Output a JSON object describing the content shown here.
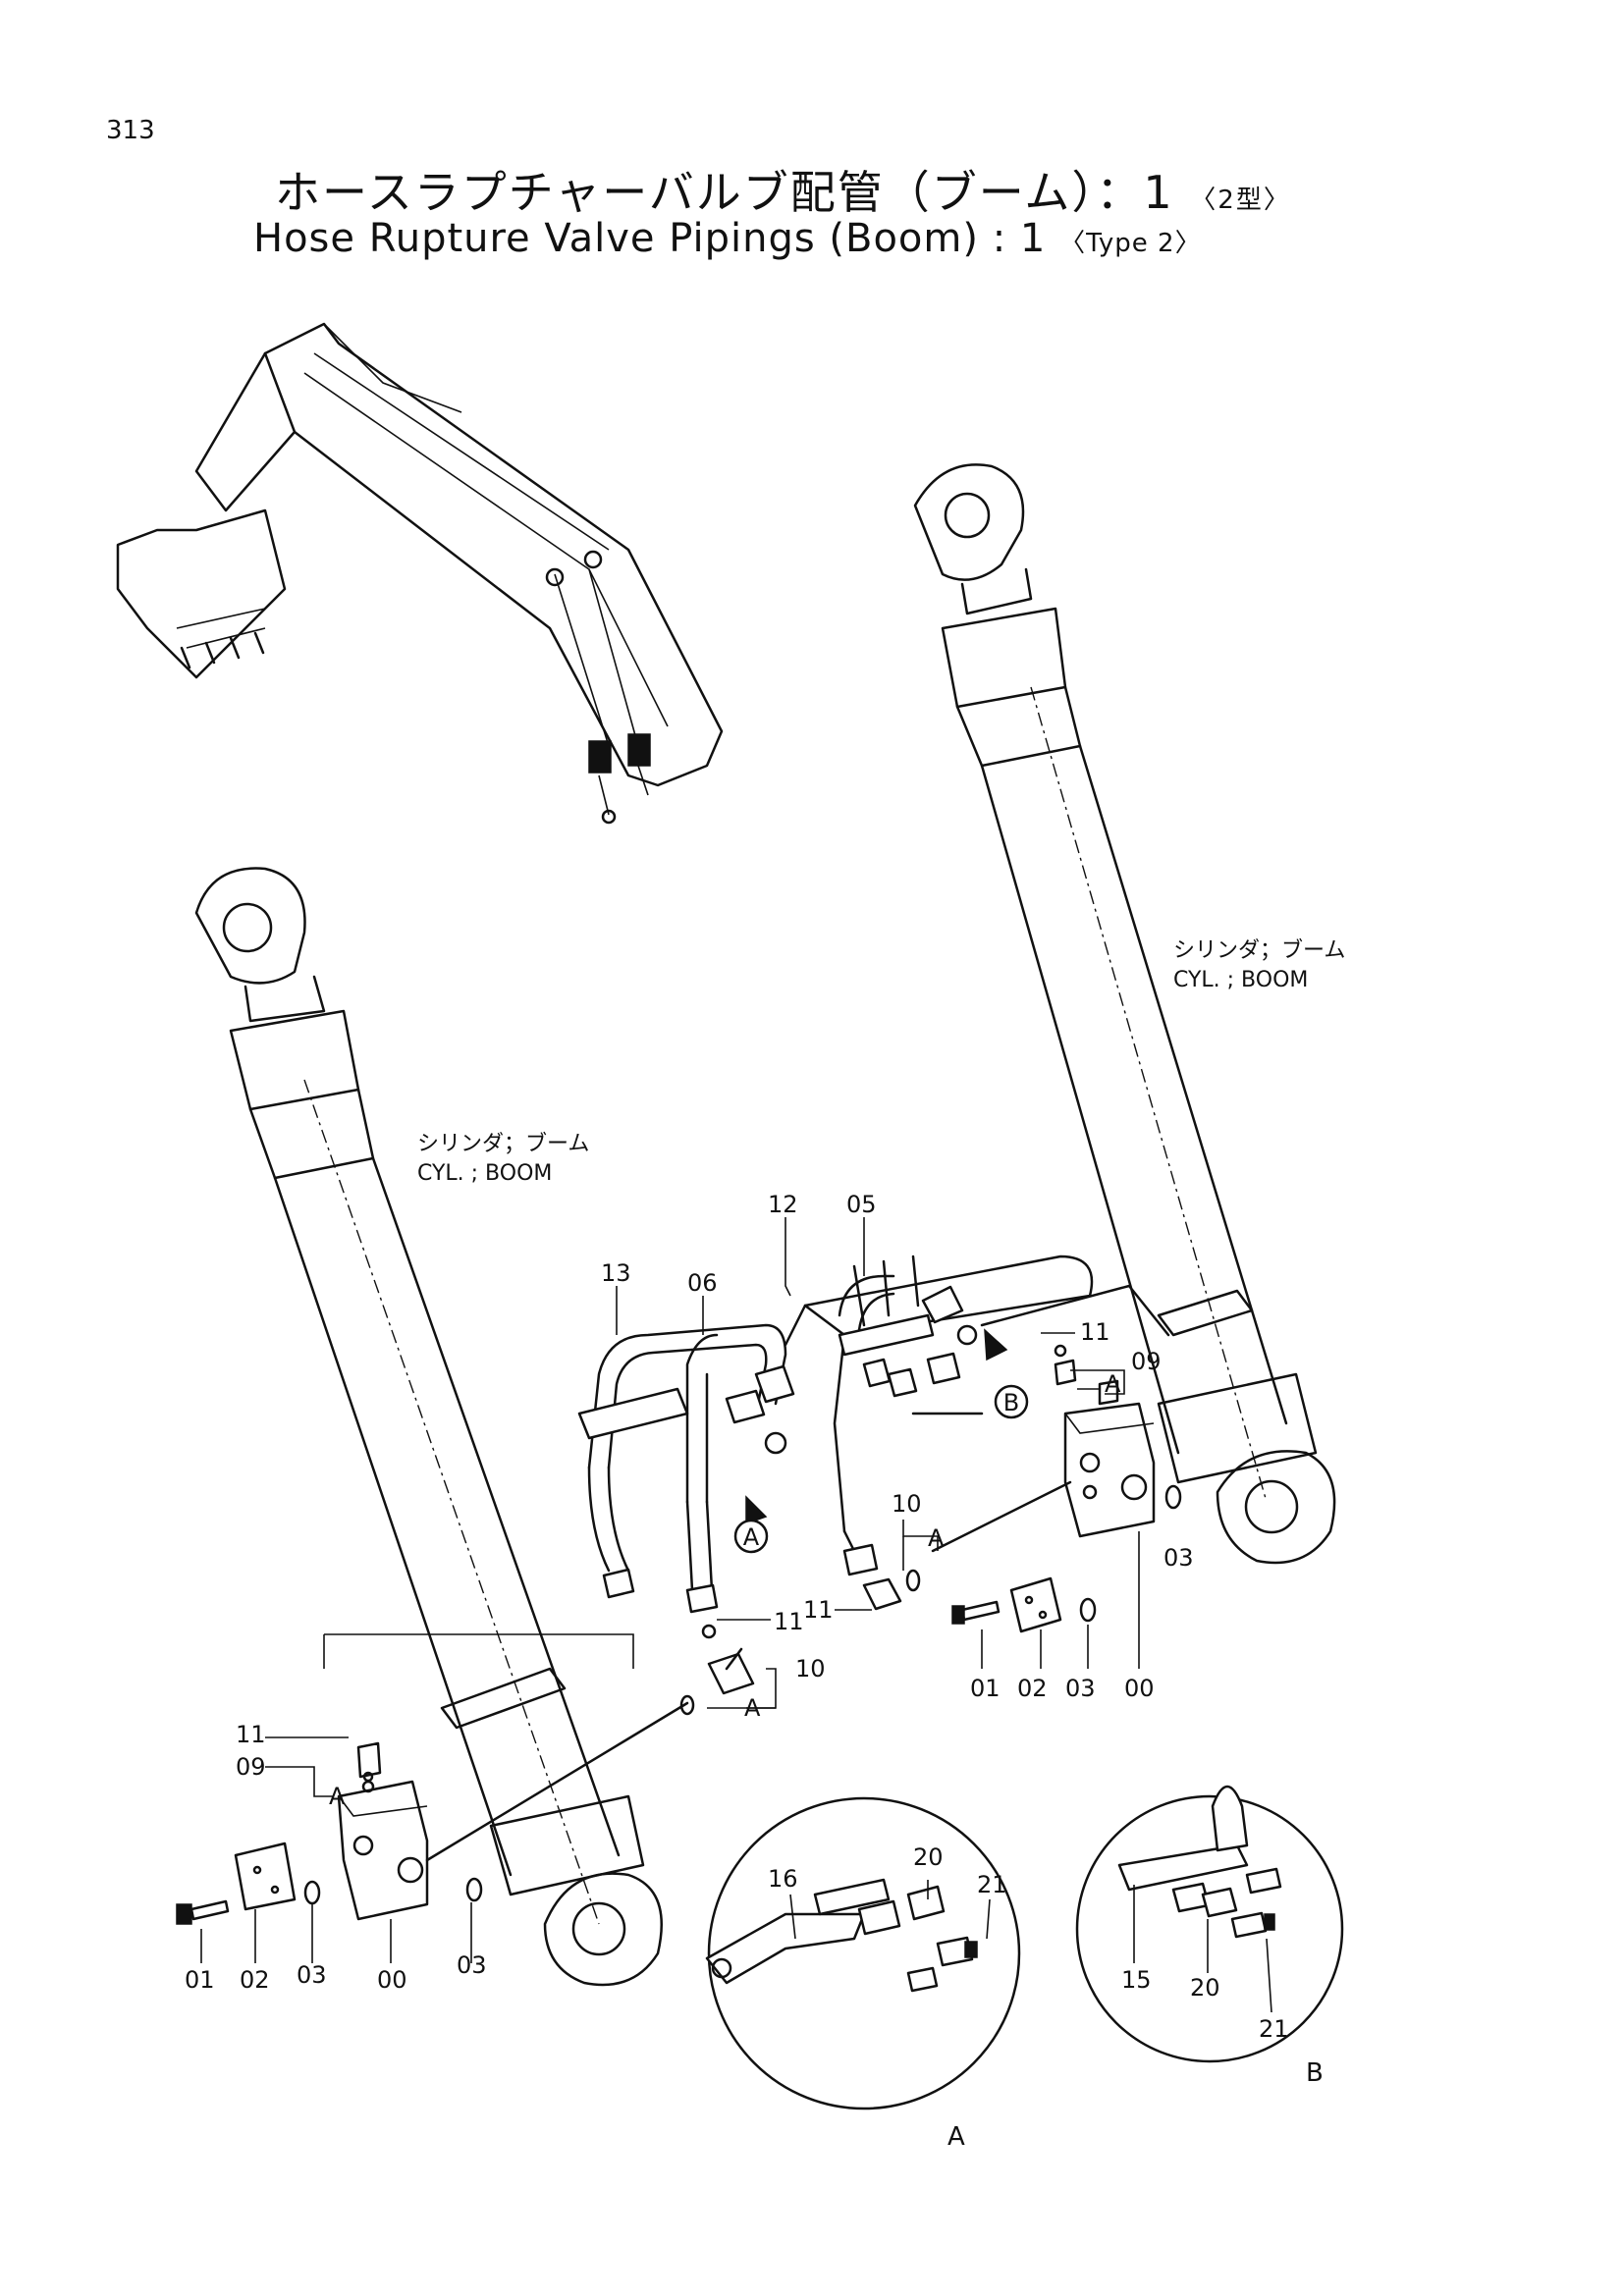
{
  "page_number": "313",
  "title_jp": "ホースラプチャーバルブ配管（ブーム）：1",
  "title_jp_type": "〈2型〉",
  "title_en": "Hose Rupture Valve Pipings (Boom) : 1",
  "title_en_type": "〈Type  2〉",
  "cylinder_labels": {
    "right_jp": "シリンダ；ブーム",
    "right_en": "CYL. ; BOOM",
    "left_jp": "シリンダ；ブーム",
    "left_en": "CYL. ; BOOM"
  },
  "callouts": {
    "c12": "12",
    "c05": "05",
    "c13": "13",
    "c06": "06",
    "r11a": "11",
    "r09": "09",
    "rA1": "A",
    "r10": "10",
    "r11b": "11",
    "rA2": "A",
    "r03a": "03",
    "r01": "01",
    "r02": "02",
    "r03b": "03",
    "r00": "00",
    "m11": "11",
    "m10": "10",
    "mA": "A",
    "l11": "11",
    "l09": "09",
    "lA": "A",
    "l01": "01",
    "l02": "02",
    "l03a": "03",
    "l00": "00",
    "l03b": "03",
    "d16": "16",
    "d20a": "20",
    "d21a": "21",
    "d15": "15",
    "d20b": "20",
    "d21b": "21"
  },
  "detail_markers": {
    "marker_a": "A",
    "marker_b": "B"
  },
  "detail_labels": {
    "detail_a": "A",
    "detail_b": "B"
  }
}
